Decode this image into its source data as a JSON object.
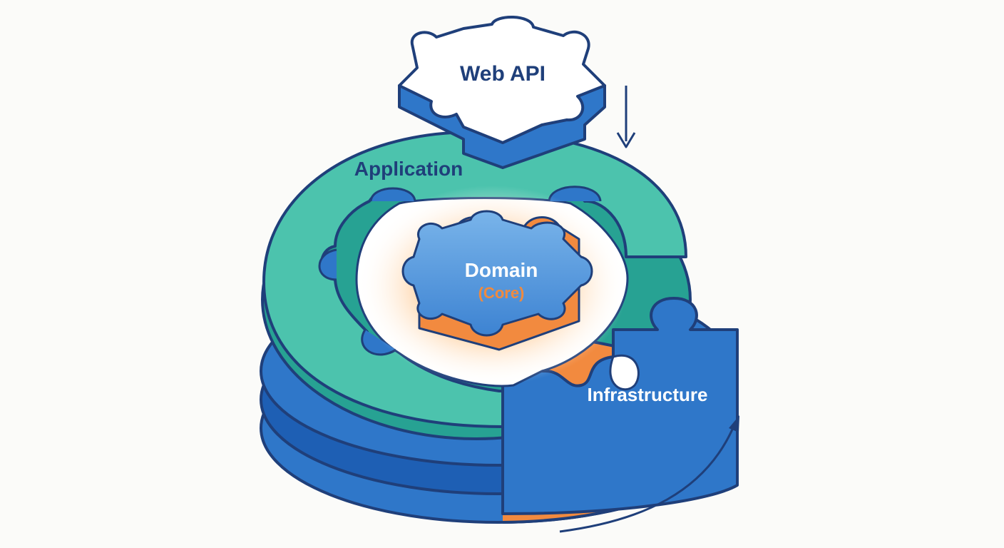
{
  "diagram": {
    "layers": {
      "web_api": {
        "label": "Web API"
      },
      "application": {
        "label": "Application"
      },
      "domain": {
        "label": "Domain",
        "sublabel": "(Core)"
      },
      "infrastructure": {
        "label": "Infrastructure"
      }
    },
    "colors": {
      "outline": "#1f3f7a",
      "teal_top": "#4cc3ad",
      "teal_side": "#27a293",
      "blue": "#2f77c9",
      "blue_dark": "#1e5fb4",
      "orange": "#f28a3f",
      "domain_blue": "#4a8fd8",
      "web_api_fill": "#ffffff",
      "label_text": "#1f3f7a",
      "label_light": "#ffffff",
      "core_text": "#f08a3e",
      "glow": "#ffcf9e"
    },
    "arrows": [
      {
        "name": "web-api-down-arrow",
        "direction": "down"
      },
      {
        "name": "infrastructure-curved-arrow",
        "direction": "up-right"
      }
    ]
  }
}
